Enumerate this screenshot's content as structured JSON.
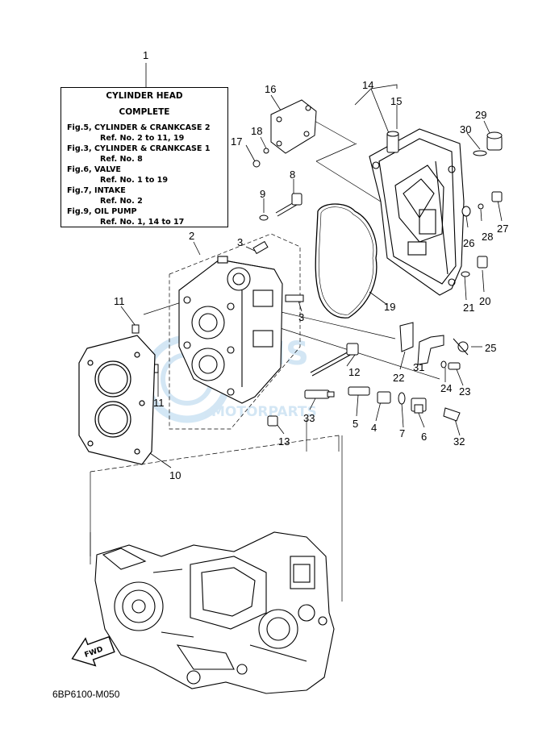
{
  "info_box": {
    "title_line1": "CYLINDER HEAD",
    "title_line2": "COMPLETE",
    "entries": [
      "Fig.5, CYLINDER & CRANKCASE 2",
      "Ref. No. 2 to 11, 19",
      "Fig.3, CYLINDER & CRANKCASE 1",
      "Ref. No. 8",
      "Fig.6, VALVE",
      "Ref. No. 1 to 19",
      "Fig.7, INTAKE",
      "Ref. No. 2",
      "Fig.9, OIL PUMP",
      "Ref. No. 1, 14 to 17"
    ]
  },
  "callouts": [
    "1",
    "2",
    "3",
    "3",
    "4",
    "5",
    "6",
    "7",
    "8",
    "9",
    "10",
    "11",
    "11",
    "12",
    "13",
    "14",
    "15",
    "16",
    "17",
    "18",
    "19",
    "20",
    "21",
    "22",
    "23",
    "24",
    "25",
    "26",
    "27",
    "28",
    "29",
    "30",
    "31",
    "32",
    "33"
  ],
  "fwd_label": "FWD",
  "diagram_code": "6BP6100-M050",
  "watermark": {
    "text": "MOTORPARTS",
    "color": "#9ec9e8"
  },
  "colors": {
    "ink": "#000000",
    "paper": "#ffffff"
  }
}
